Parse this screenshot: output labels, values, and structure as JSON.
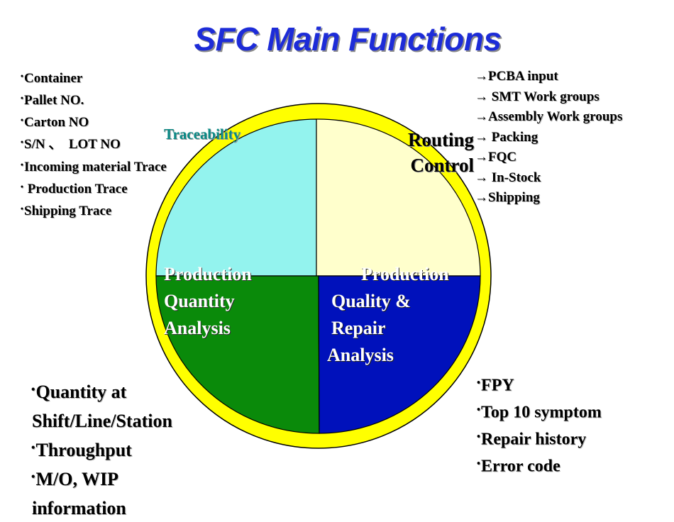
{
  "title": "SFC Main Functions",
  "colors": {
    "title": "#1d2cd8",
    "ring": "#ffff00",
    "traceability": "#93f3ee",
    "routing": "#ffffcc",
    "quantity": "#0a8a0a",
    "quality": "#0011bb"
  },
  "quadrants": {
    "traceability": {
      "label": "Traceability"
    },
    "routing": {
      "lines": [
        "Routing",
        "Control"
      ]
    },
    "quantity": {
      "lines": [
        "Production",
        "Quantity",
        "Analysis"
      ]
    },
    "quality": {
      "lines": [
        "Production",
        "Quality &",
        "Repair",
        "Analysis"
      ]
    }
  },
  "traceability_items": [
    {
      "bullet": "•",
      "text": "Container"
    },
    {
      "bullet": "•",
      "text": "Pallet NO."
    },
    {
      "bullet": "•",
      "text": "Carton NO"
    },
    {
      "bullet": "•",
      "text": "S/N 、  LOT NO"
    },
    {
      "bullet": "•",
      "text": "Incoming material Trace"
    },
    {
      "bullet": "•",
      "text": " Production Trace"
    },
    {
      "bullet": "•",
      "text": "Shipping Trace"
    }
  ],
  "routing_items": [
    {
      "arrow": "→",
      "text": "PCBA input"
    },
    {
      "arrow": "→",
      "text": " SMT Work groups"
    },
    {
      "arrow": "→",
      "text": "Assembly Work groups"
    },
    {
      "arrow": "→",
      "text": " Packing"
    },
    {
      "arrow": "→",
      "text": "FQC"
    },
    {
      "arrow": "→",
      "text": " In-Stock"
    },
    {
      "arrow": "→",
      "text": "Shipping"
    }
  ],
  "quantity_items": [
    {
      "bullet": "•",
      "text": "Quantity at"
    },
    {
      "bullet": "",
      "text": "Shift/Line/Station"
    },
    {
      "bullet": "•",
      "text": "Throughput"
    },
    {
      "bullet": "•",
      "text": "M/O, WIP"
    },
    {
      "bullet": "",
      "text": "information"
    }
  ],
  "quality_items": [
    {
      "bullet": "•",
      "text": "FPY"
    },
    {
      "bullet": "•",
      "text": "Top 10 symptom"
    },
    {
      "bullet": "•",
      "text": "Repair history"
    },
    {
      "bullet": "•",
      "text": "Error code"
    }
  ]
}
